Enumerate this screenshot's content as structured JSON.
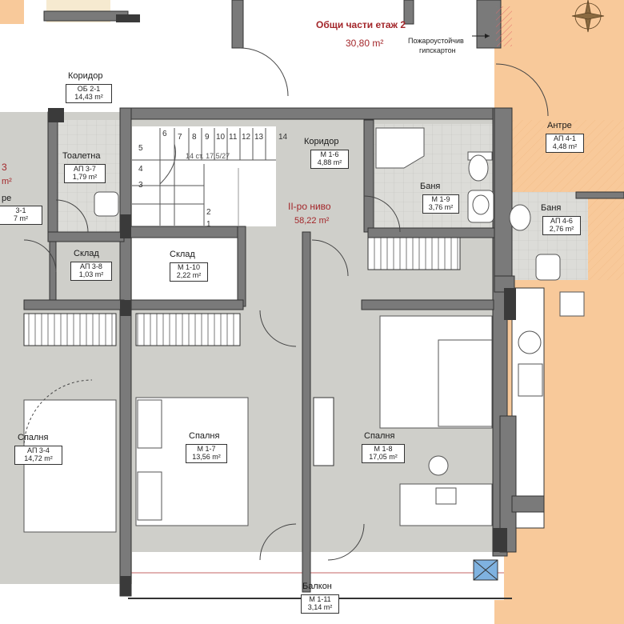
{
  "common_area": {
    "name": "Общи части етаж 2",
    "area": "30,80 m²"
  },
  "fire_note": {
    "line1": "Пожароустойчив",
    "line2": "гипскартон"
  },
  "level": {
    "name": "II-po ниво",
    "area": "58,22 m²"
  },
  "stair_note": "14 ст. 17,5/27",
  "stair_numbers": [
    "1",
    "2",
    "3",
    "4",
    "5",
    "6",
    "7",
    "8",
    "9",
    "10",
    "11",
    "12",
    "13",
    "14"
  ],
  "partial_labels": {
    "ap3_num": "3",
    "ap3_area_tail": "m²",
    "ap3_1_name": "ре",
    "ap3_1_code": "3-1",
    "ap3_1_area": "7 m²"
  },
  "rooms": {
    "corridor_ob21": {
      "name": "Коридор",
      "code": "ОБ 2-1",
      "area": "14,43 m²"
    },
    "toilet_ap37": {
      "name": "Тоалетна",
      "code": "АП 3-7",
      "area": "1,79 m²"
    },
    "storage_ap38": {
      "name": "Склад",
      "code": "АП 3-8",
      "area": "1,03 m²"
    },
    "bedroom_ap34": {
      "name": "Спалня",
      "code": "АП 3-4",
      "area": "14,72 m²"
    },
    "corridor_m16": {
      "name": "Коридор",
      "code": "М 1-6",
      "area": "4,88 m²"
    },
    "storage_m110": {
      "name": "Склад",
      "code": "М 1-10",
      "area": "2,22 m²"
    },
    "bath_m19": {
      "name": "Баня",
      "code": "М 1-9",
      "area": "3,76 m²"
    },
    "bedroom_m17": {
      "name": "Спалня",
      "code": "М 1-7",
      "area": "13,56 m²"
    },
    "bedroom_m18": {
      "name": "Спалня",
      "code": "М 1-8",
      "area": "17,05 m²"
    },
    "balcony_m111": {
      "name": "Балкон",
      "code": "М 1-11",
      "area": "3,14 m²"
    },
    "hall_ap41": {
      "name": "Антре",
      "code": "АП 4-1",
      "area": "4,48 m²"
    },
    "bath_ap46": {
      "name": "Баня",
      "code": "АП 4-6",
      "area": "2,76 m²"
    }
  },
  "colors": {
    "floor": "#cfcfca",
    "wall": "#7a7a7a",
    "wall_dark": "#3a3a3a",
    "orange": "#f8c99a",
    "red_text": "#a3262a",
    "hatch": "#e46a6a",
    "window": "#7fb2e0"
  }
}
